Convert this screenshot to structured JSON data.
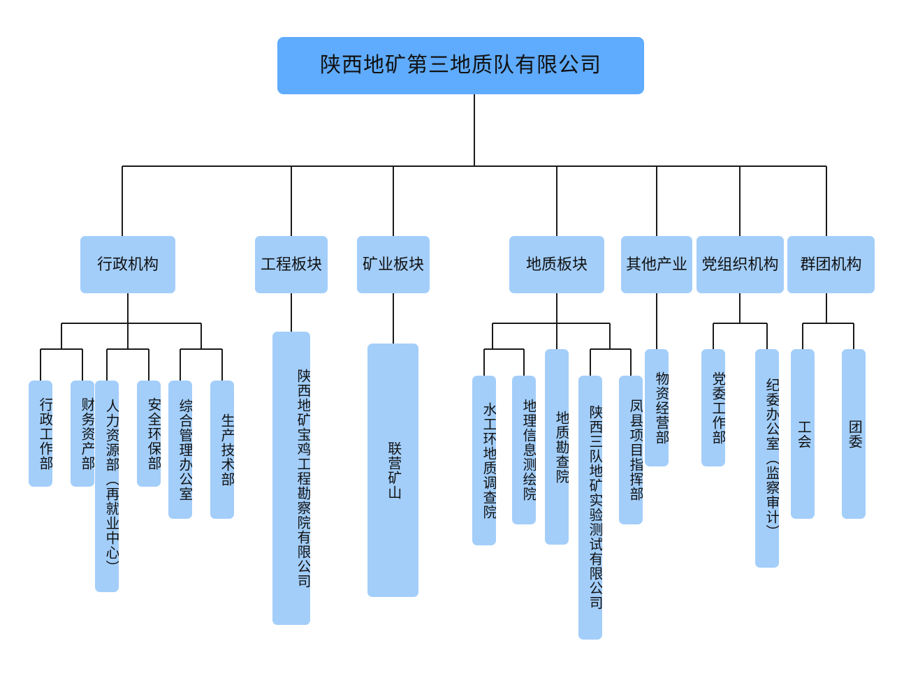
{
  "chart_data": {
    "type": "diagram",
    "title": "陕西地矿第三地质队有限公司 组织机构图",
    "colors": {
      "root_fill": "#5fabfd",
      "node_fill": "#a3cefa",
      "line": "#1a1a1a",
      "text": "#111111",
      "background": "#ffffff"
    }
  },
  "root": {
    "label": "陕西地矿第三地质队有限公司"
  },
  "branches": [
    {
      "id": "admin",
      "label": "行政机构"
    },
    {
      "id": "eng",
      "label": "工程板块"
    },
    {
      "id": "mining",
      "label": "矿业板块"
    },
    {
      "id": "geo",
      "label": "地质板块"
    },
    {
      "id": "other",
      "label": "其他产业"
    },
    {
      "id": "party",
      "label": "党组织机构"
    },
    {
      "id": "mass",
      "label": "群团机构"
    }
  ],
  "leaves": [
    {
      "id": "admin-1",
      "parent": "admin",
      "label": "行政工作部"
    },
    {
      "id": "admin-2",
      "parent": "admin",
      "label": "财务资产部"
    },
    {
      "id": "admin-3",
      "parent": "admin",
      "label": "人力资源部（再就业中心）"
    },
    {
      "id": "admin-4",
      "parent": "admin",
      "label": "安全环保部"
    },
    {
      "id": "admin-5",
      "parent": "admin",
      "label": "综合管理办公室"
    },
    {
      "id": "admin-6",
      "parent": "admin",
      "label": "生产技术部"
    },
    {
      "id": "eng-1",
      "parent": "eng",
      "label": "陕西地矿宝鸡工程勘察院有限公司"
    },
    {
      "id": "mining-1",
      "parent": "mining",
      "label": "联营矿山"
    },
    {
      "id": "geo-1",
      "parent": "geo",
      "label": "水工环地质调查院"
    },
    {
      "id": "geo-2",
      "parent": "geo",
      "label": "地理信息测绘院"
    },
    {
      "id": "geo-3",
      "parent": "geo",
      "label": "地质勘查院"
    },
    {
      "id": "geo-4",
      "parent": "geo",
      "label": "陕西三队地矿实验测试有限公司"
    },
    {
      "id": "geo-5",
      "parent": "geo",
      "label": "凤县项目指挥部"
    },
    {
      "id": "other-1",
      "parent": "other",
      "label": "物资经营部"
    },
    {
      "id": "party-1",
      "parent": "party",
      "label": "党委工作部"
    },
    {
      "id": "party-2",
      "parent": "party",
      "label": "纪委办公室（监察审计）"
    },
    {
      "id": "mass-1",
      "parent": "mass",
      "label": "工会"
    },
    {
      "id": "mass-2",
      "parent": "mass",
      "label": "团委"
    }
  ]
}
